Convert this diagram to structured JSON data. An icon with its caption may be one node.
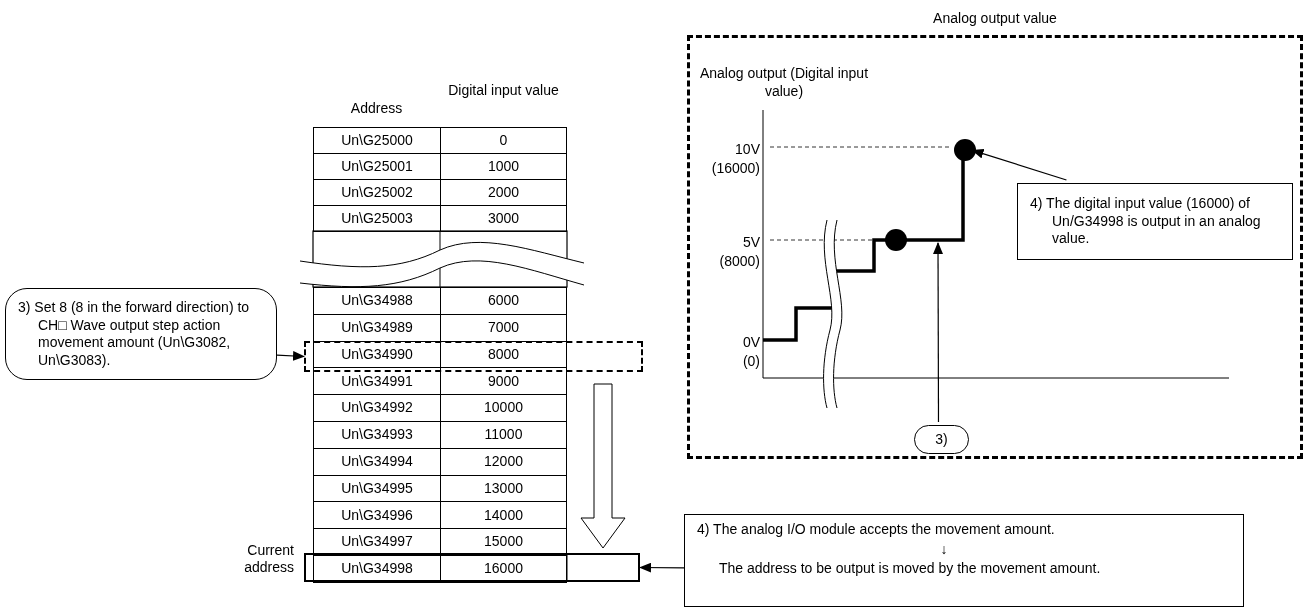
{
  "diagram": {
    "nodes": [
      {
        "text": [
          "3) Set 8 (8 in the forward direction) to CH□ Wave output step action movement amount (Un\\G3082, Un\\G3083)."
        ]
      },
      {
        "text": [],
        "shape": "box"
      },
      {
        "text": [],
        "shape": "box",
        "beside": [
          "Current address"
        ]
      },
      {
        "text": [
          "4) The analog I/O module accepts the movement amount.",
          "↓",
          "The address to be output is moved by the movement amount."
        ]
      },
      {
        "text": [
          "Analog output value"
        ]
      },
      {
        "text": [
          "4) The digital input value (16000) of Un/G34998 is output in an analog value."
        ],
        "in": 4
      },
      {
        "text": [],
        "shape": "circle",
        "in": 4
      },
      {
        "text": [
          "3)"
        ],
        "in": 4
      }
    ],
    "edges": [
      {
        "from": 0,
        "to": 1,
        "arrow": "to"
      },
      {
        "from": 3,
        "to": 2,
        "arrow": "to"
      },
      {
        "from": 5,
        "to": 6,
        "arrow": "to"
      },
      {
        "from": 7,
        "to": null,
        "arrow": "to"
      },
      {
        "from": 1,
        "to": 2,
        "arrow": "to",
        "style": "thick"
      }
    ],
    "labels": [
      "Address",
      "Digital input value",
      "Un\\G25000",
      "0",
      "Un\\G25001",
      "1000",
      "Un\\G25002",
      "2000",
      "Un\\G25003",
      "3000",
      "Un\\G34988",
      "6000",
      "Un\\G34989",
      "7000",
      "Un\\G34990",
      "8000",
      "Un\\G34991",
      "9000",
      "Un\\G34992",
      "10000",
      "Un\\G34993",
      "11000",
      "Un\\G34994",
      "12000",
      "Un\\G34995",
      "13000",
      "Un\\G34996",
      "14000",
      "Un\\G34997",
      "15000",
      "Un\\G34998",
      "16000",
      "Analog output (Digital input value)",
      "10V",
      "(16000)",
      "5V",
      "(8000)",
      "0V",
      "(0)"
    ]
  }
}
